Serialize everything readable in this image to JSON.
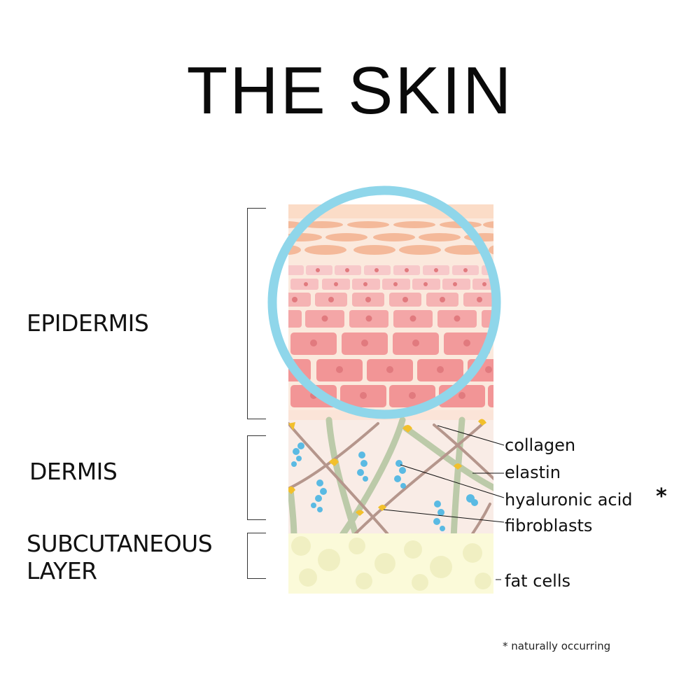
{
  "title": "THE SKIN",
  "layers": [
    {
      "id": "epidermis",
      "label": "EPIDERMIS"
    },
    {
      "id": "dermis",
      "label": "DERMIS"
    },
    {
      "id": "subcutaneous",
      "label_line1": "SUBCUTANEOUS",
      "label_line2": "LAYER"
    }
  ],
  "callouts": [
    {
      "label": "collagen"
    },
    {
      "label": "elastin"
    },
    {
      "label": "hyaluronic acid",
      "marker": "*"
    },
    {
      "label": "fibroblasts"
    },
    {
      "label": "fat cells"
    }
  ],
  "footnote": "* naturally occurring",
  "colors": {
    "magnifier_ring": "#8fd6ea",
    "stratum_corneum": "#fbe0cc",
    "flat_cells": "#f4b99a",
    "cell_light": "#f7c9ca",
    "cell_mid": "#f5abab",
    "cell_dark": "#f29596",
    "nucleus": "#e17a7e",
    "dermis_bg": "#f9ece6",
    "collagen": "#b5968c",
    "elastin": "#b9c9a6",
    "hyaluronic": "#3fb2e3",
    "fibroblast": "#f2c02c",
    "fat_bg": "#fbfad9",
    "fat_cell": "#eeedbd"
  }
}
